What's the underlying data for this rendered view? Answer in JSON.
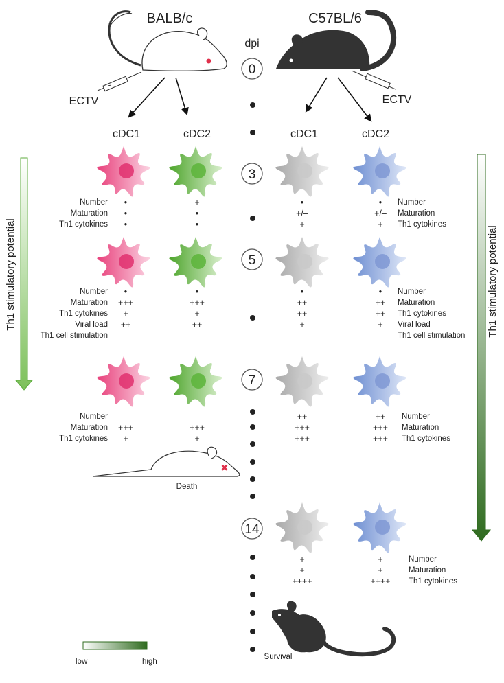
{
  "strains": {
    "left": "BALB/c",
    "right": "C57BL/6"
  },
  "virus_label": "ECTV",
  "dpi_label": "dpi",
  "days": [
    "0",
    "3",
    "5",
    "7",
    "14"
  ],
  "cell_types": {
    "c1": "cDC1",
    "c2": "cDC2"
  },
  "side_label": "Th1 stimulatory potential",
  "legend": {
    "low": "low",
    "high": "high"
  },
  "outcomes": {
    "death": "Death",
    "survival": "Survival"
  },
  "colors": {
    "balb_cdc1": "#e8417c",
    "balb_cdc2": "#5cb43a",
    "c57_cdc1": "#b8b8b8",
    "c57_cdc2": "#8aa3d6",
    "mouse_dark": "#333333",
    "gradient_high": "#2f6b1f"
  },
  "blocks": [
    {
      "day": "3",
      "left_labels": [
        "Number",
        "Maturation",
        "Th1 cytokines"
      ],
      "right_labels": [
        "Number",
        "Maturation",
        "Th1 cytokines"
      ],
      "balb_c1": [
        "•",
        "•",
        "•"
      ],
      "balb_c2": [
        "+",
        "•",
        "•"
      ],
      "c57_c1": [
        "•",
        "+/–",
        "+"
      ],
      "c57_c2": [
        "•",
        "+/–",
        "+"
      ]
    },
    {
      "day": "5",
      "left_labels": [
        "Number",
        "Maturation",
        "Th1 cytokines",
        "Viral load",
        "Th1 cell stimulation"
      ],
      "right_labels": [
        "Number",
        "Maturation",
        "Th1 cytokines",
        "Viral load",
        "Th1 cell stimulation"
      ],
      "balb_c1": [
        "•",
        "+++",
        "+",
        "++",
        "– –"
      ],
      "balb_c2": [
        "•",
        "+++",
        "+",
        "++",
        "– –"
      ],
      "c57_c1": [
        "•",
        "++",
        "++",
        "+",
        "–"
      ],
      "c57_c2": [
        "•",
        "++",
        "++",
        "+",
        "–"
      ]
    },
    {
      "day": "7",
      "left_labels": [
        "Number",
        "Maturation",
        "Th1 cytokines"
      ],
      "right_labels": [
        "Number",
        "Maturation",
        "Th1 cytokines"
      ],
      "balb_c1": [
        "– –",
        "+++",
        "+"
      ],
      "balb_c2": [
        "– –",
        "+++",
        "+"
      ],
      "c57_c1": [
        "++",
        "+++",
        "+++"
      ],
      "c57_c2": [
        "++",
        "+++",
        "+++"
      ]
    },
    {
      "day": "14",
      "left_labels": [],
      "right_labels": [
        "Number",
        "Maturation",
        "Th1 cytokines"
      ],
      "balb_c1": [],
      "balb_c2": [],
      "c57_c1": [
        "+",
        "+",
        "++++"
      ],
      "c57_c2": [
        "+",
        "+",
        "++++"
      ]
    }
  ]
}
